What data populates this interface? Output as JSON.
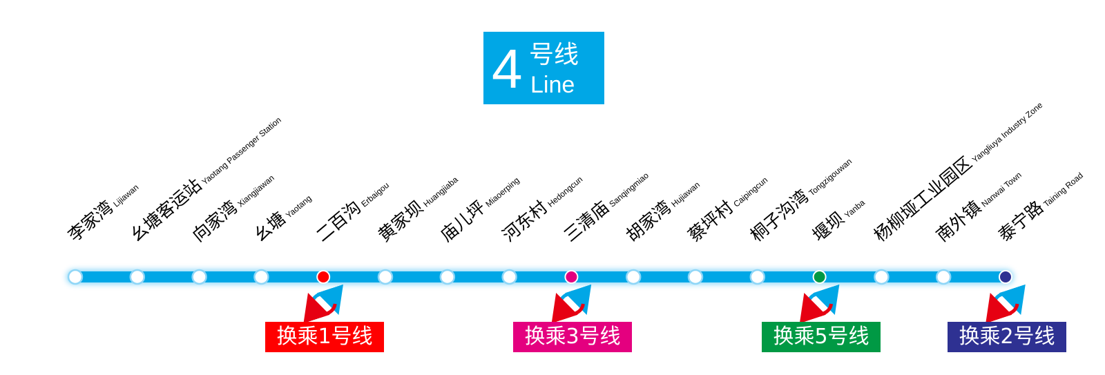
{
  "line": {
    "number": "4",
    "name_cn": "号线",
    "name_en": "Line",
    "color": "#00a7e6"
  },
  "stations": [
    {
      "cn": "李家湾",
      "en": "Lijiawan"
    },
    {
      "cn": "幺塘客运站",
      "en": "Yaotang Passenger Station"
    },
    {
      "cn": "向家湾",
      "en": "Xiangjiawan"
    },
    {
      "cn": "幺塘",
      "en": "Yaotang"
    },
    {
      "cn": "二百沟",
      "en": "Erbaigou",
      "transfer": "#ff0000"
    },
    {
      "cn": "黄家坝",
      "en": "Huangjiaba"
    },
    {
      "cn": "庙儿坪",
      "en": "Miaoerping"
    },
    {
      "cn": "河东村",
      "en": "Hedongcun"
    },
    {
      "cn": "三清庙",
      "en": "Sanqingmiao",
      "transfer": "#e4007f"
    },
    {
      "cn": "胡家湾",
      "en": "Hujiawan"
    },
    {
      "cn": "蔡坪村",
      "en": "Caipingcun"
    },
    {
      "cn": "桐子沟湾",
      "en": "Tongzigouwan"
    },
    {
      "cn": "堰坝",
      "en": "Yanba",
      "transfer": "#009944"
    },
    {
      "cn": "杨柳垭工业园区",
      "en": "Yangliuya Industry Zone"
    },
    {
      "cn": "南外镇",
      "en": "Nanwai Town"
    },
    {
      "cn": "泰宁路",
      "en": "Taining Road",
      "transfer": "#2e3192"
    }
  ],
  "transfers": [
    {
      "label": "换乘1号线",
      "color": "#ff0000",
      "station_index": 4
    },
    {
      "label": "换乘3号线",
      "color": "#e4007f",
      "station_index": 8
    },
    {
      "label": "换乘5号线",
      "color": "#009944",
      "station_index": 12
    },
    {
      "label": "换乘2号线",
      "color": "#2e3192",
      "station_index": 15
    }
  ],
  "icons": {
    "transfer": "transfer-arrows-icon",
    "station": "station-dot-icon"
  }
}
